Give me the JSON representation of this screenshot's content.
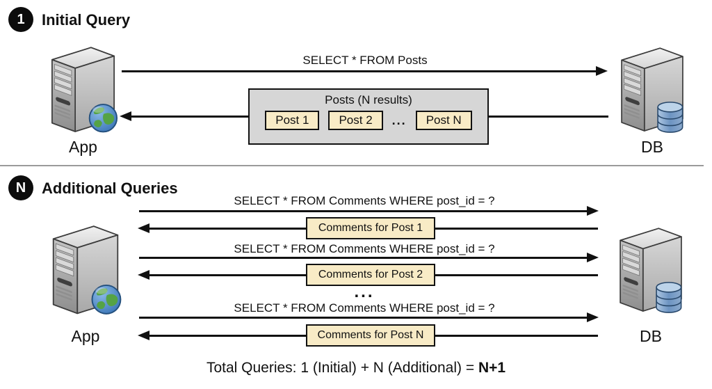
{
  "colors": {
    "background": "#ffffff",
    "arrow": "#111111",
    "results_box_fill": "#d6d6d6",
    "item_box_fill": "#f8ebc6",
    "badge_fill": "#0c0c0c",
    "divider": "#9a9a9a",
    "db_cylinder_blue": "#7fa3cc",
    "globe_green": "#55a345",
    "globe_blue": "#3c76b8"
  },
  "icons": {
    "app": "app-server-with-globe-icon",
    "db": "database-server-with-cylinder-icon"
  },
  "section1": {
    "badge": "1",
    "title": "Initial Query",
    "request_query": "SELECT * FROM Posts",
    "app_label": "App",
    "db_label": "DB",
    "results_box": {
      "title": "Posts (N results)",
      "posts": [
        "Post 1",
        "Post 2",
        "Post N"
      ],
      "ellipsis": "..."
    }
  },
  "section2": {
    "badge": "N",
    "title": "Additional Queries",
    "app_label": "App",
    "db_label": "DB",
    "ellipsis": "...",
    "exchanges": [
      {
        "query": "SELECT * FROM Comments WHERE post_id = ?",
        "response": "Comments for Post 1"
      },
      {
        "query": "SELECT * FROM Comments WHERE post_id = ?",
        "response": "Comments for Post 2"
      },
      {
        "query": "SELECT * FROM Comments WHERE post_id = ?",
        "response": "Comments for Post N"
      }
    ]
  },
  "footer": {
    "text_regular": "Total Queries: 1 (Initial) + N (Additional) = ",
    "text_bold": "N+1"
  }
}
